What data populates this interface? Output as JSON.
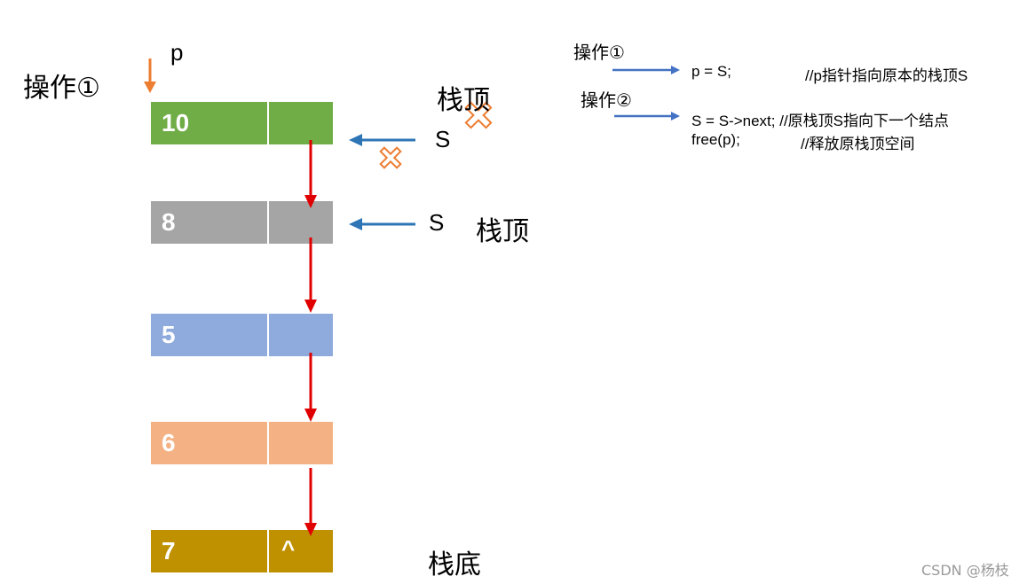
{
  "labels": {
    "op1_left": "操作①",
    "p": "p",
    "top_old": "栈顶",
    "s_old": "S",
    "s_new": "S",
    "top_new": "栈顶",
    "bottom": "栈底"
  },
  "nodes": [
    {
      "value": "10",
      "next": "",
      "color": "#70ad47"
    },
    {
      "value": "8",
      "next": "",
      "color": "#a5a5a5"
    },
    {
      "value": "5",
      "next": "",
      "color": "#8faadc"
    },
    {
      "value": "6",
      "next": "",
      "color": "#f4b183"
    },
    {
      "value": "7",
      "next": "^",
      "color": "#bf9000"
    }
  ],
  "notes": {
    "op1_title": "操作①",
    "op1_code": "p = S;",
    "op1_comment": "//p指针指向原本的栈顶S",
    "op2_title": "操作②",
    "op2_code": "S = S->next; //原栈顶S指向下一个结点",
    "op2_code2": "free(p);",
    "op2_comment2": "//释放原栈顶空间"
  },
  "watermark": "CSDN @杨枝",
  "colors": {
    "link_arrow": "#e00000",
    "pointer_arrow": "#2e75b6",
    "p_arrow": "#ed7d31",
    "cross": "#ed7d31"
  }
}
